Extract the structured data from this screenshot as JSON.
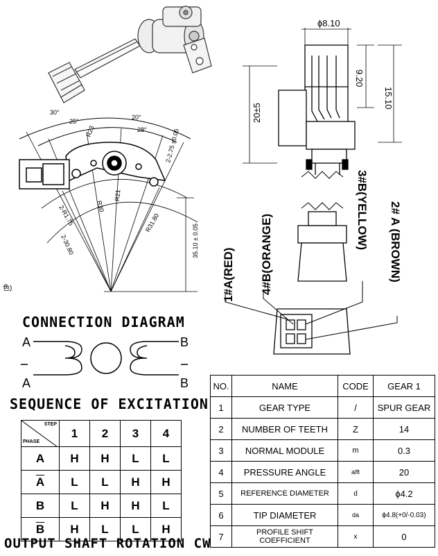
{
  "drawing": {
    "dims": {
      "diameter": "ϕ8.10",
      "height_920": "9.20",
      "height_1510": "15.10",
      "body_20": "20±5",
      "angle_30": "30°",
      "angle_25": "25°",
      "angle_20": "20°",
      "angle_28": "28°",
      "r23": "R23",
      "r30": "R30",
      "r21": "R21",
      "r2_275": "2-2.75 ±0.05",
      "r2_175": "2-R1.75",
      "r31_80": "R31.80",
      "d_2_30": "2-30.80",
      "h_3510": "35.10 ± 0.05",
      "side_note": "色)"
    },
    "wires": {
      "w1": "1#A(RED)",
      "w4": "4#B(ORANGE)",
      "w3": "3#B(YELLOW)",
      "w2": "2# A (BROWN)"
    }
  },
  "connection": {
    "title": "CONNECTION DIAGRAM",
    "left_top": "A",
    "left_bottom": "A",
    "right_top": "B",
    "right_bottom": "B"
  },
  "sequence": {
    "title": "SEQUENCE OF EXCITATION",
    "corner_step": "STEP",
    "corner_phase": "PHASE",
    "steps": [
      "1",
      "2",
      "3",
      "4"
    ],
    "rows": [
      {
        "phase": "A",
        "values": [
          "H",
          "H",
          "L",
          "L"
        ]
      },
      {
        "phase": "A",
        "values": [
          "L",
          "L",
          "H",
          "H"
        ]
      },
      {
        "phase": "B",
        "values": [
          "L",
          "H",
          "H",
          "L"
        ]
      },
      {
        "phase": "B",
        "values": [
          "H",
          "L",
          "L",
          "H"
        ]
      }
    ],
    "footer": "OUTPUT SHAFT ROTATION CW"
  },
  "spec": {
    "headers": [
      "NO.",
      "NAME",
      "CODE",
      "GEAR 1"
    ],
    "rows": [
      {
        "no": "1",
        "name": "GEAR TYPE",
        "code": "/",
        "value": "SPUR GEAR"
      },
      {
        "no": "2",
        "name": "NUMBER OF TEETH",
        "code": "Z",
        "value": "14"
      },
      {
        "no": "3",
        "name": "NORMAL MODULE",
        "code": "m",
        "value": "0.3"
      },
      {
        "no": "4",
        "name": "PRESSURE ANGLE",
        "code": "alft",
        "value": "20"
      },
      {
        "no": "5",
        "name": "REFERENCE DIAMETER",
        "code": "d",
        "value": "ϕ4.2"
      },
      {
        "no": "6",
        "name": "TIP DIAMETER",
        "code": "da",
        "value": "ϕ4.8(+0/-0.03)"
      },
      {
        "no": "7",
        "name": "PROFILE SHIFT COEFFICIENT",
        "code": "x",
        "value": "0"
      }
    ]
  }
}
